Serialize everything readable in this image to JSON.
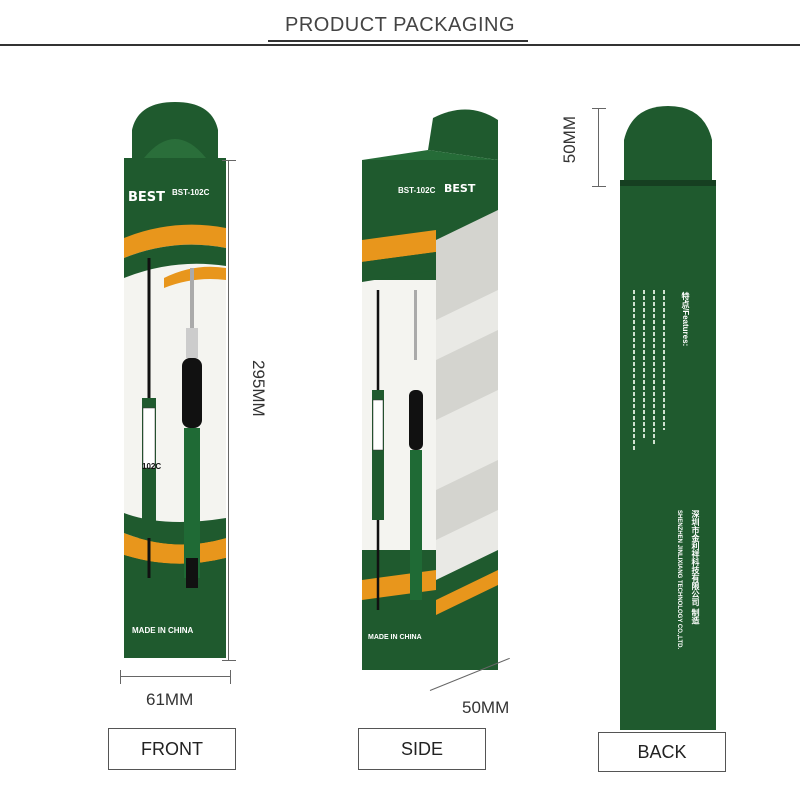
{
  "header": {
    "title": "PRODUCT PACKAGING"
  },
  "labels": {
    "front": "FRONT",
    "side": "SIDE",
    "back": "BACK"
  },
  "dimensions": {
    "height": "295MM",
    "width": "61MM",
    "depth": "50MM",
    "top": "50MM"
  },
  "box": {
    "brand": "BEST",
    "model": "BST-102C",
    "made_in": "MADE IN CHINA",
    "iron_model": "102C",
    "back_title": "特点/Features:",
    "back_company_cn": "深圳市金利祥科技有限公司 制造",
    "back_company_en": "SHENZHEN JINLIXIANG TECHNOLOGY CO.,LTD."
  },
  "colors": {
    "green": "#1f5a2e",
    "orange": "#e8961c",
    "white": "#ffffff"
  }
}
